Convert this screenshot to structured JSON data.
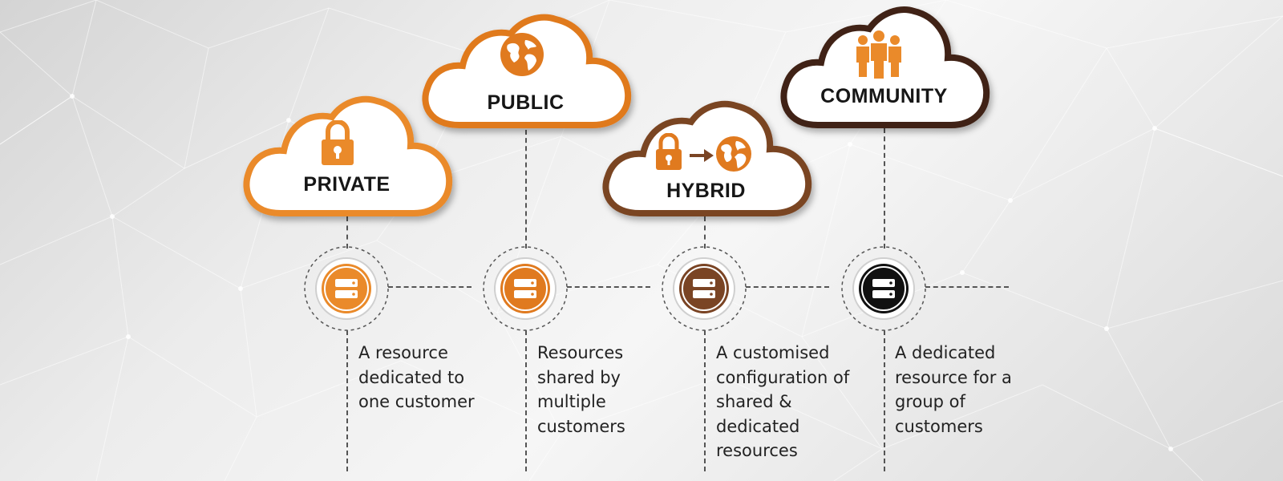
{
  "colors": {
    "orange": "#EA8A2A",
    "dark_orange": "#E07A1F",
    "brown": "#7A4424",
    "dark_brown": "#3F2213",
    "black": "#111111"
  },
  "columns": [
    {
      "id": "private",
      "label": "PRIVATE",
      "icon": "padlock-icon",
      "color": "#EA8A2A",
      "description": "A resource dedicated to one customer"
    },
    {
      "id": "public",
      "label": "PUBLIC",
      "icon": "globe-icon",
      "color": "#E07A1F",
      "description": "Resources shared by multiple customers"
    },
    {
      "id": "hybrid",
      "label": "HYBRID",
      "icon": "padlock-arrow-globe-icon",
      "color": "#7A4424",
      "description": "A customised configuration of shared & dedicated resources"
    },
    {
      "id": "community",
      "label": "COMMUNITY",
      "icon": "people-group-icon",
      "color": "#3F2213",
      "description": "A dedicated resource for a group of customers"
    }
  ]
}
